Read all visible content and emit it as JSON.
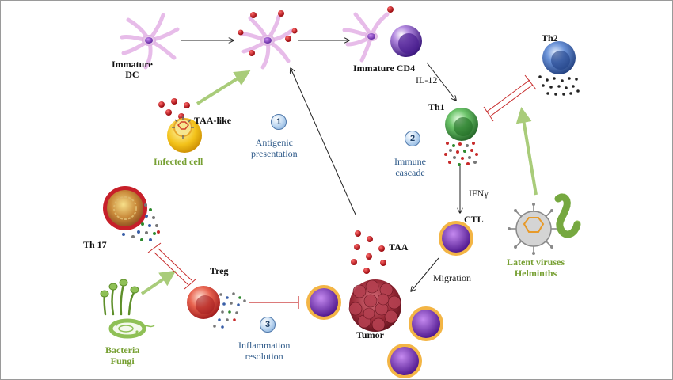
{
  "labels": {
    "immature_dc": "Immature\nDC",
    "immature_cd4": "Immature CD4",
    "il12": "IL-12",
    "th1": "Th1",
    "th2": "Th2",
    "taa_like": "TAA-like",
    "infected_cell": "Infected cell",
    "antigenic_presentation": "Antigenic\npresentation",
    "immune_cascade": "Immune\ncascade",
    "ifng": "IFNγ",
    "ctl": "CTL",
    "migration": "Migration",
    "taa": "TAA",
    "tumor": "Tumor",
    "th17": "Th 17",
    "treg": "Treg",
    "inflammation_resolution": "Inflammation\nresolution",
    "bacteria_fungi": "Bacteria\nFungi",
    "latent_viruses_helminths": "Latent viruses\nHelminths"
  },
  "steps": [
    "1",
    "2",
    "3"
  ],
  "colors": {
    "dc": "#e4b6e6",
    "antigen": "#c0111a",
    "cd4": "#5a2aa0",
    "th1": "#2f8a2f",
    "th2": "#3a5fa8",
    "th17": "#c7202a",
    "treg": "#d8312a",
    "ctl": "#6a23a8",
    "ctl_rim": "#f0b24a",
    "tumor": "#8a1c2a",
    "pathogen_green": "#77a033",
    "inhibit_red": "#c72a2a"
  },
  "icons": [
    "dendritic-cell-icon",
    "lymphocyte-icon",
    "tumor-mass-icon",
    "virus-icon",
    "worm-icon",
    "fungi-icon",
    "bacteria-icon",
    "infected-cell-icon"
  ]
}
